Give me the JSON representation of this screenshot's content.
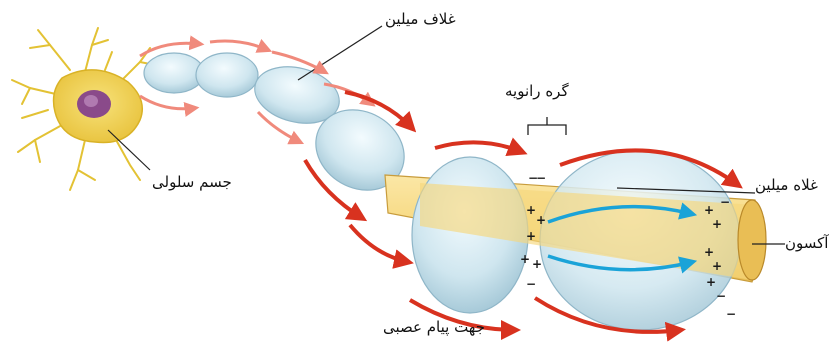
{
  "diagram": {
    "labels": {
      "myelin_sheath_top": "غلاف میلین",
      "node_of_ranvier": "گره رانویه",
      "myelin_sheath_right": "غلاه میلین",
      "axon": "آکسون",
      "cell_body": "جسم سلولی",
      "impulse_direction": "جهت پیام عصبی"
    },
    "signs": {
      "positive": "+",
      "negative": "−"
    },
    "colors": {
      "myelin": "#cfe6ef",
      "myelin_edge": "#8fb6c8",
      "axon": "#f6d77c",
      "cell_body": "#f1d24e",
      "nucleus": "#8a4a8a",
      "impulse_arrow": "#d8321f",
      "current_arrow": "#1aa3d8"
    }
  }
}
